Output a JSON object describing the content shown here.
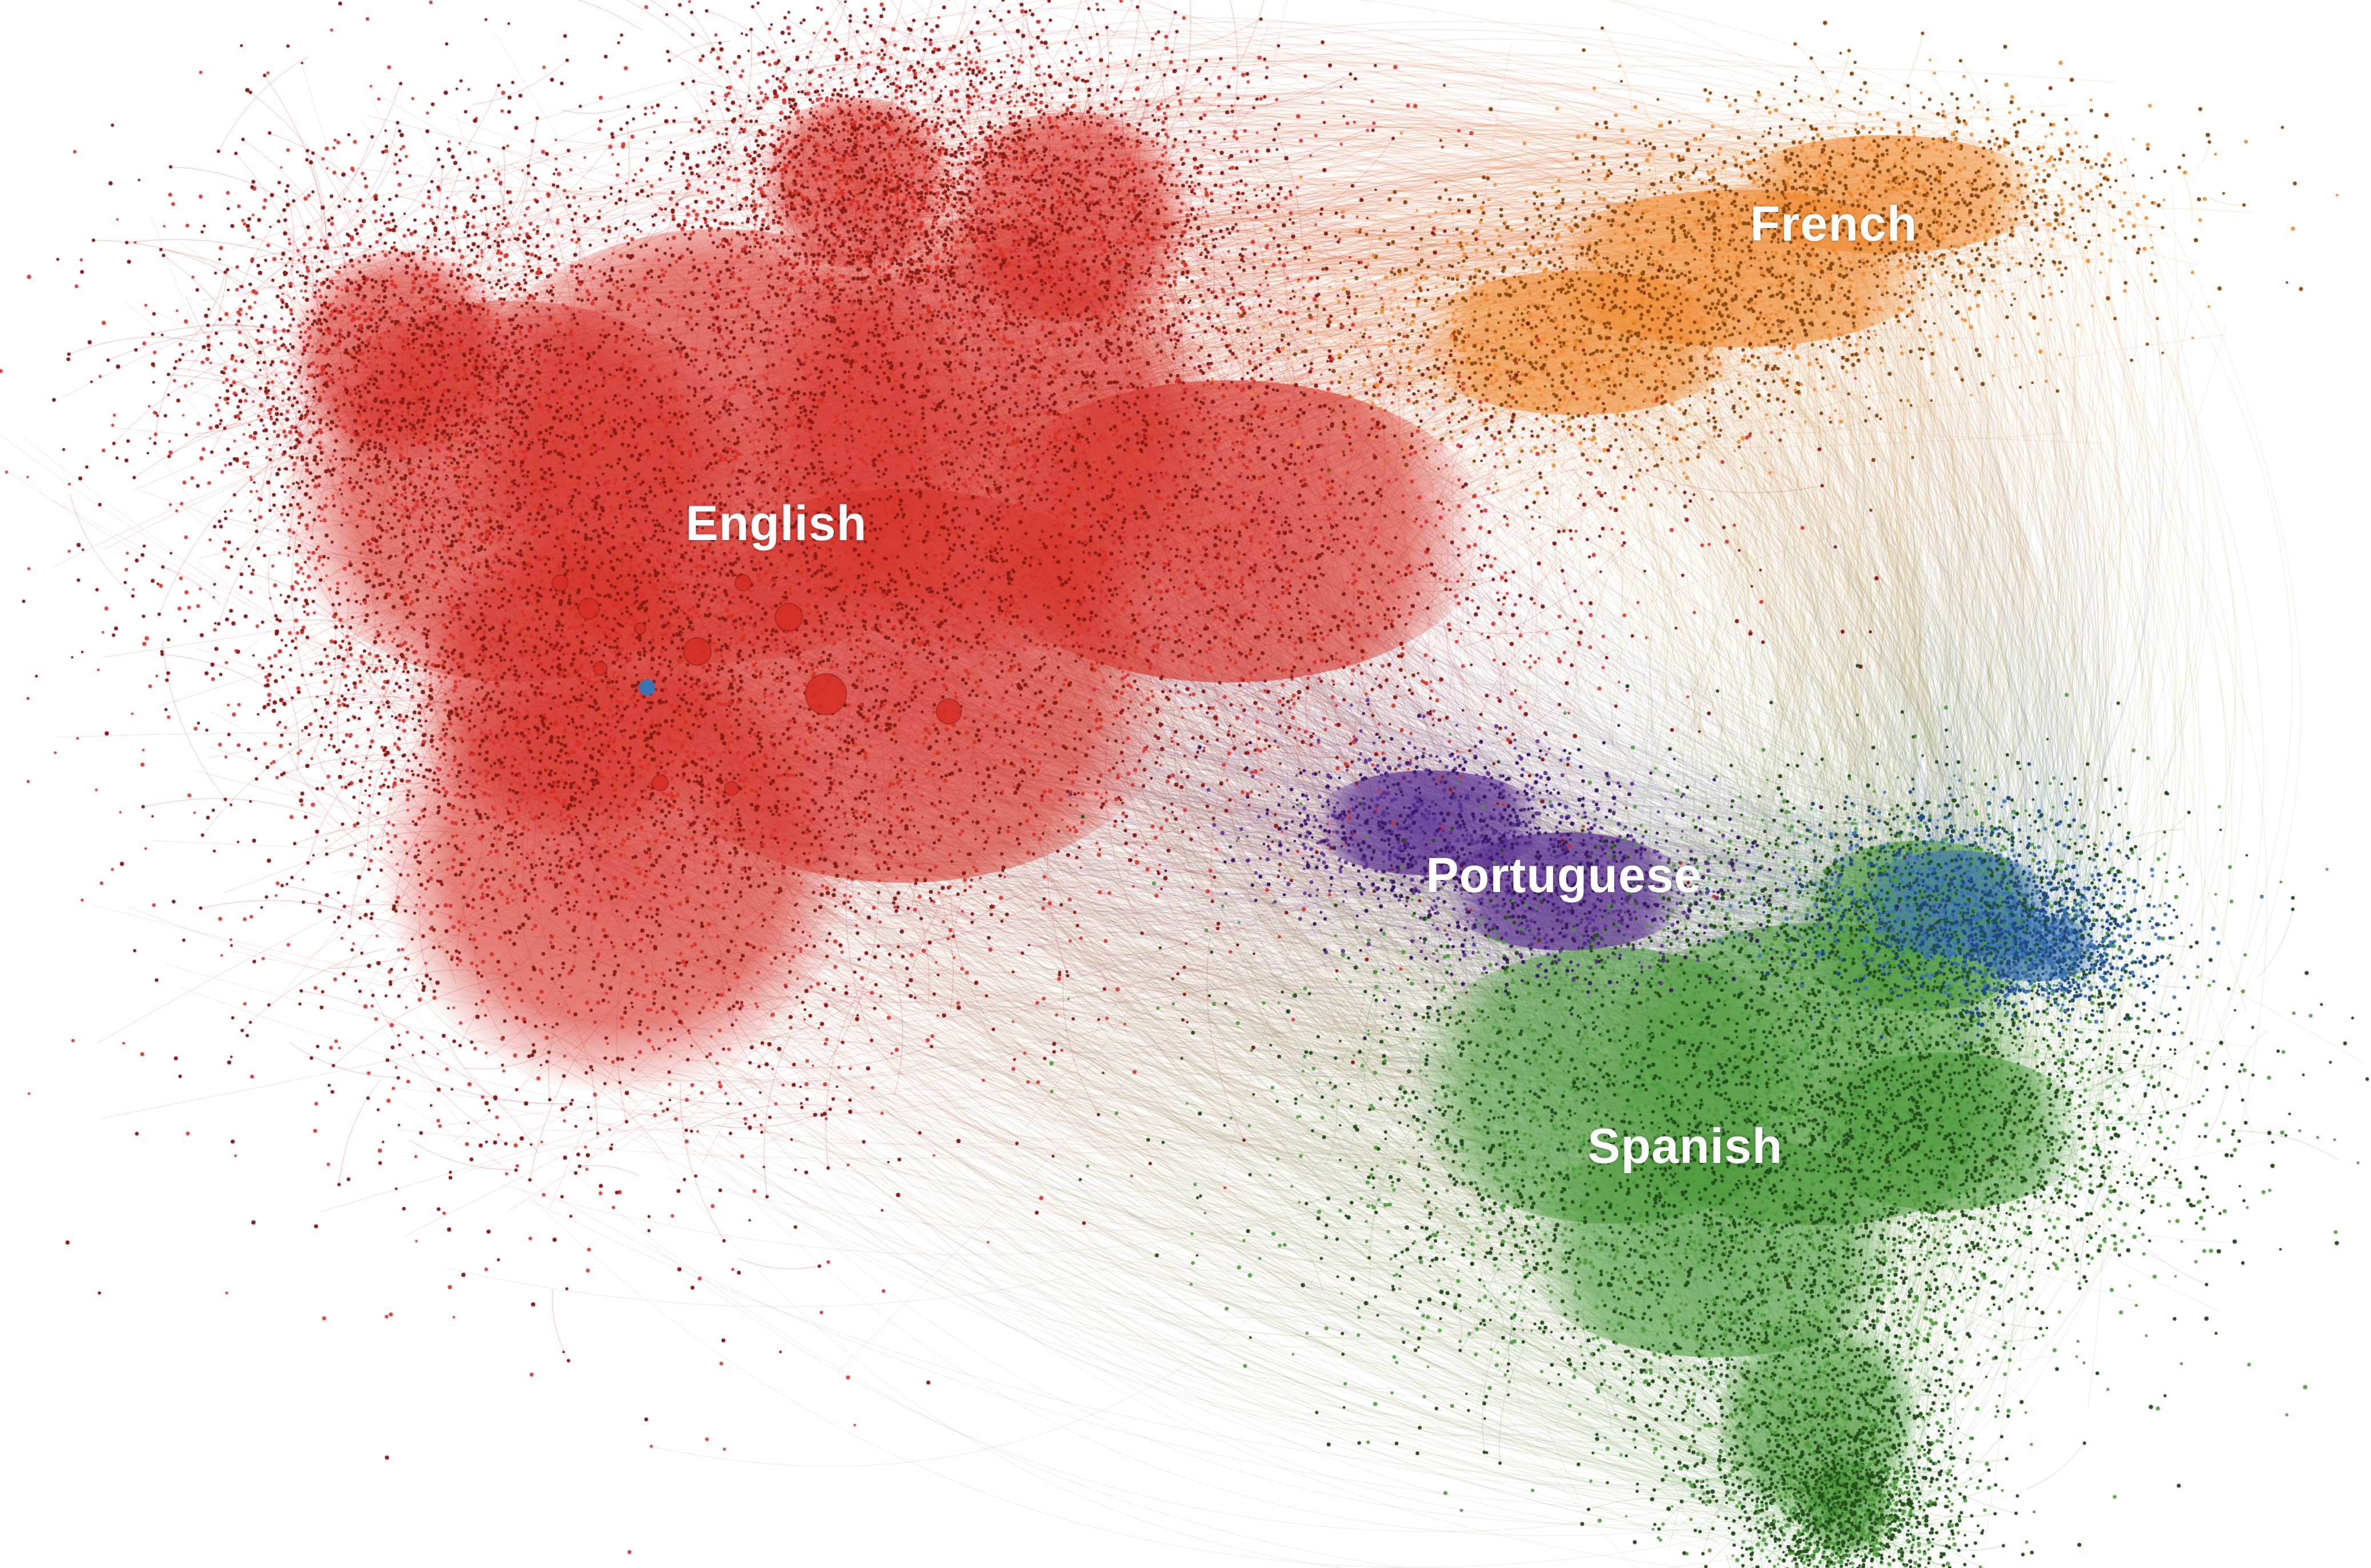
{
  "network": {
    "clusters": [
      {
        "id": "english",
        "label": "English",
        "color": "#d63027",
        "edge_color": "#c9322c",
        "node_color": "#8a1c16"
      },
      {
        "id": "french",
        "label": "French",
        "color": "#ef8a2e",
        "edge_color": "#e68a36",
        "node_color": "#8c4a12"
      },
      {
        "id": "portuguese",
        "label": "Portuguese",
        "color": "#5a2d91",
        "edge_color": "#5b3a94",
        "node_color": "#3a1a66"
      },
      {
        "id": "spanish",
        "label": "Spanish",
        "color": "#4a9a3a",
        "edge_color": "#56983e",
        "node_color": "#244f1c"
      },
      {
        "id": "other",
        "label": "",
        "color": "#3a73b3",
        "edge_color": "#4a7fb8",
        "node_color": "#1f4a80"
      }
    ]
  }
}
